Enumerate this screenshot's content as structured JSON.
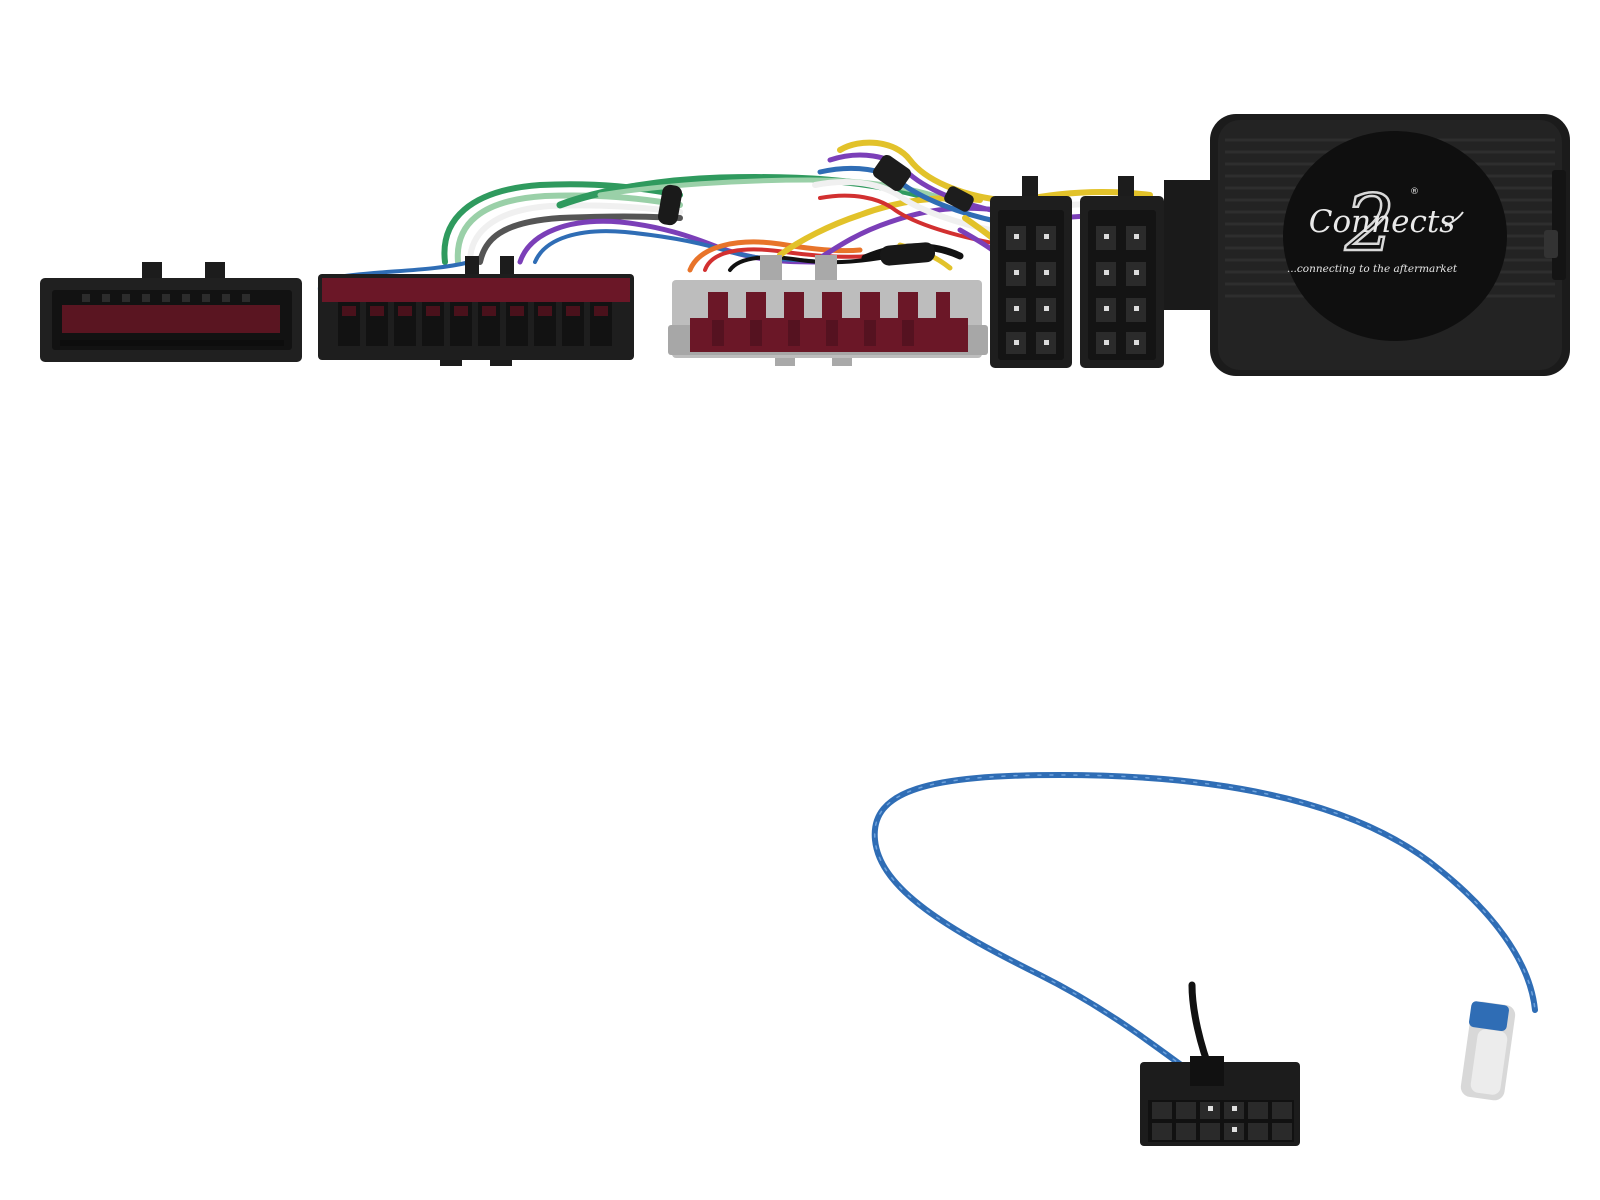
{
  "product_photo": {
    "interface_box": {
      "brand_logo_text": "Connects",
      "brand_numeral": "2",
      "registered_mark": "®",
      "tagline": "...connecting to the aftermarket"
    },
    "colors": {
      "background": "#ffffff",
      "housing_black": "#1b1b1b",
      "connector_red": "#6b1727",
      "connector_grey": "#bdbdbd",
      "patch_lead_blue": "#2f6db5"
    },
    "wire_colors": [
      "#e2c22a",
      "#7b3fb8",
      "#2f9a5e",
      "#f0f0f0",
      "#555555",
      "#e8742a",
      "#d23030",
      "#2f6db5",
      "#9ad0a8",
      "#111111"
    ]
  }
}
